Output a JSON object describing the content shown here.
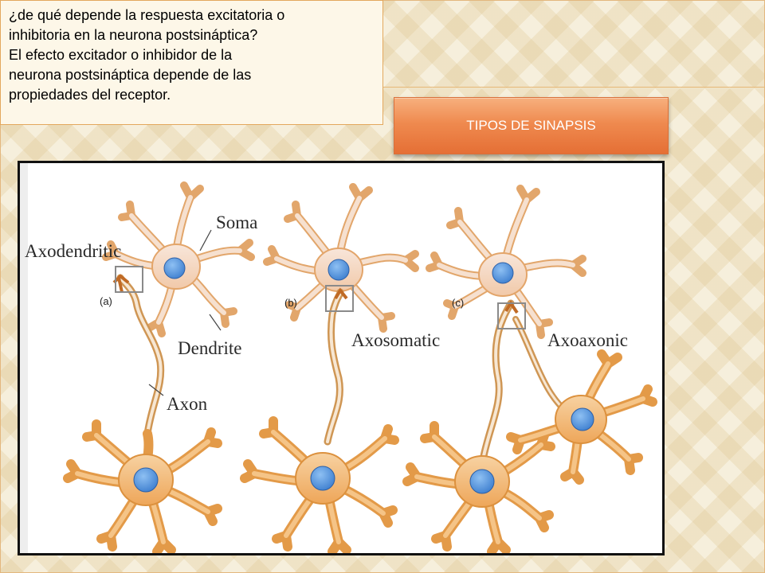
{
  "question": {
    "lines": [
      "¿de qué depende la respuesta excitatoria o",
      "inhibitoria en la neurona postsináptica?",
      "El efecto excitador o inhibidor de la",
      "neurona postsináptica depende de las",
      "propiedades del receptor."
    ]
  },
  "button": {
    "label": "TIPOS DE SINAPSIS"
  },
  "diagram": {
    "labels": {
      "soma": "Soma",
      "axodendritic": "Axodendritic",
      "dendrite": "Dendrite",
      "axon": "Axon",
      "axosomatic": "Axosomatic",
      "axoaxonic": "Axoaxonic",
      "panel_a": "(a)",
      "panel_b": "(b)",
      "panel_c": "(c)"
    }
  },
  "colors": {
    "accent": "#ef8a4f",
    "neuron_top": "#f6dccb",
    "neuron_bottom": "#f3b870",
    "nucleus": "#5f9be0"
  }
}
